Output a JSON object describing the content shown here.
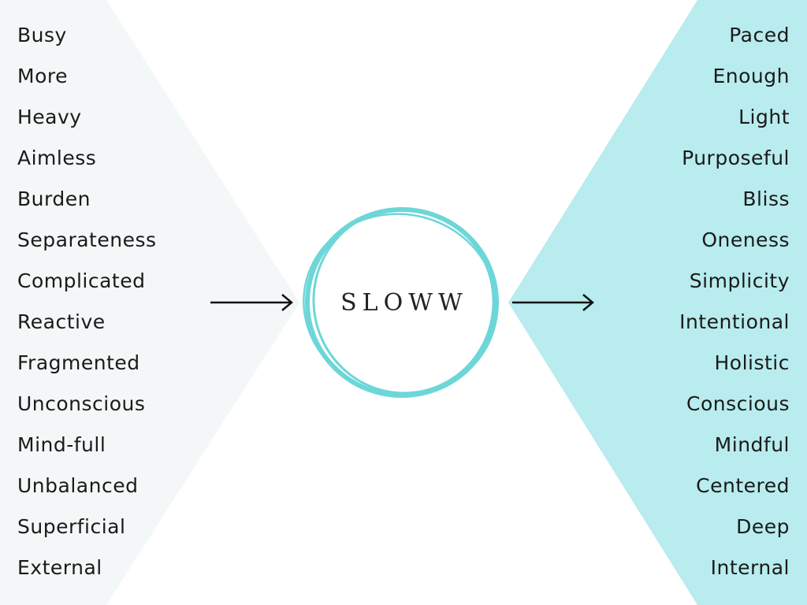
{
  "colors": {
    "left_panel": "#f4f7f7",
    "right_panel": "#b8ecee",
    "circle": "#6dd6d8",
    "arrow": "#111111"
  },
  "center_label": "SLOWW",
  "left_words": [
    "Busy",
    "More",
    "Heavy",
    "Aimless",
    "Burden",
    "Separateness",
    "Complicated",
    "Reactive",
    "Fragmented",
    "Unconscious",
    "Mind-full",
    "Unbalanced",
    "Superficial",
    "External"
  ],
  "right_words": [
    "Paced",
    "Enough",
    "Light",
    "Purposeful",
    "Bliss",
    "Oneness",
    "Simplicity",
    "Intentional",
    "Holistic",
    "Conscious",
    "Mindful",
    "Centered",
    "Deep",
    "Internal"
  ]
}
